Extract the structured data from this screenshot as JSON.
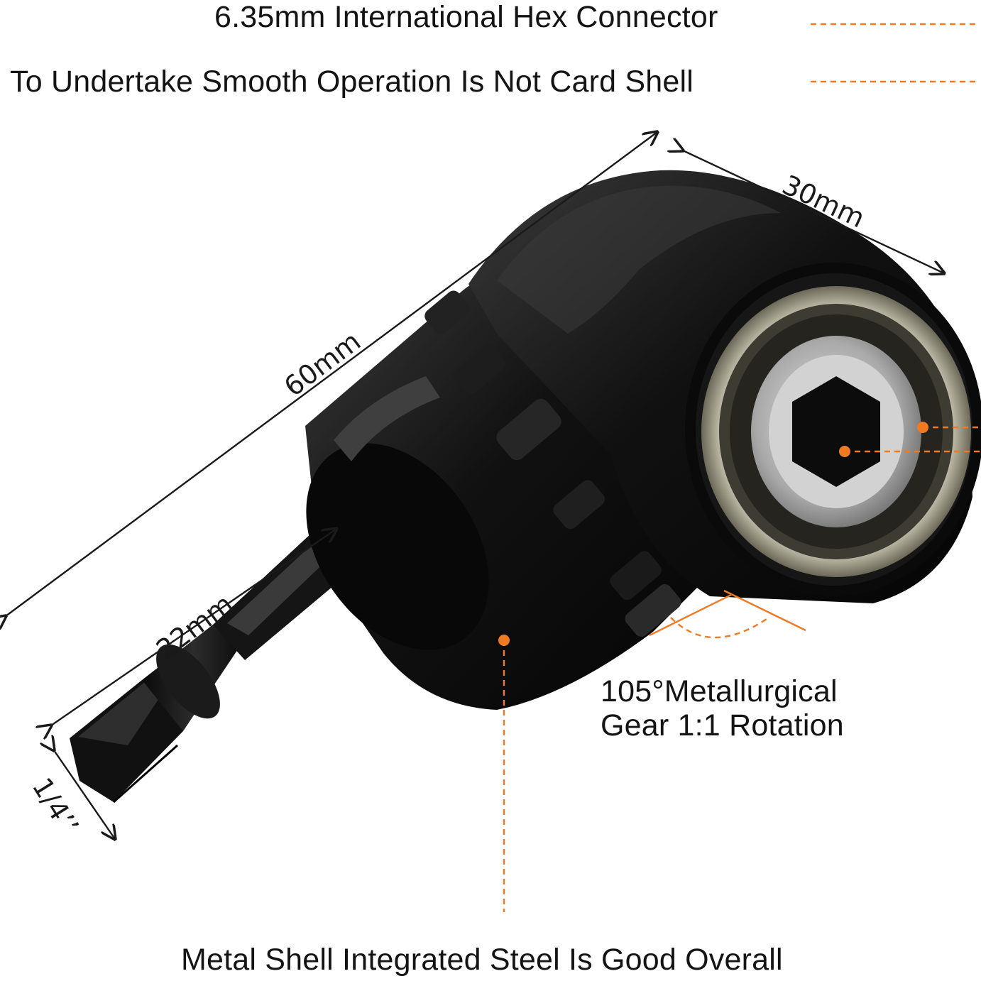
{
  "callouts": {
    "hex_connector": "6.35mm International Hex Connector",
    "smooth_operation": "To Undertake Smooth Operation Is Not Card Shell",
    "gear_line1": "105°Metallurgical",
    "gear_line2": "Gear 1:1 Rotation",
    "metal_shell": "Metal Shell Integrated Steel Is Good Overall"
  },
  "dimensions": {
    "length_total": "60mm",
    "head_width": "30mm",
    "shank_length": "22mm",
    "shank_size": "1/4’’"
  },
  "colors": {
    "accent": "#f07a22",
    "body": "#141414",
    "steel": "#b7b7b7"
  }
}
